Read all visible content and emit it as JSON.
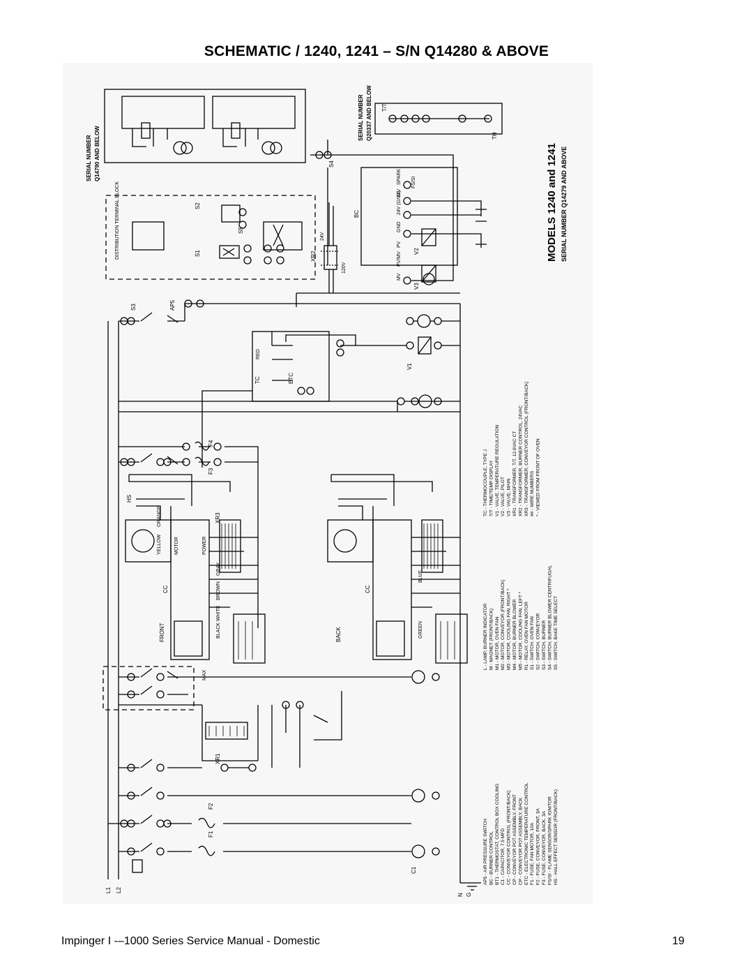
{
  "page": {
    "title": "SCHEMATIC / 1240, 1241 – S/N Q14280 & ABOVE",
    "footer_left": "Impinger I -–1000 Series Service Manual - Domestic",
    "page_number": "19"
  },
  "schematic": {
    "model_heading": "MODELS 1240 and 1241",
    "model_serial": "SERIAL NUMBER Q14279 AND ABOVE",
    "inset_left_caption_1": "SERIAL NUMBER",
    "inset_left_caption_2": "Q14790 AND BELOW",
    "inset_right_caption_1": "SERIAL NUMBER",
    "inset_right_caption_2": "Q20337 AND BELOW",
    "inset_right_tt": "T/T",
    "inset_right_th": "TH",
    "distribution_block": "DISTRIBUTION TERMINAL BLOCK",
    "bc_label": "BC",
    "bc_spark": "SPARK",
    "bc_fs": "FS/SI",
    "bc_24v": "24V",
    "bc_24vgnd": "24V (GND)",
    "bc_gnd": "GND",
    "bc_pv": "PV",
    "bc_pvmv": "PV/MV",
    "bc_mv": "MV",
    "xr2_label": "XR2",
    "xr2_120v": "120V",
    "xr2_24v": "24V",
    "s4_label": "S4",
    "s1_label": "S1",
    "s2_label": "S2",
    "s3_label": "S3",
    "s5_label": "S5",
    "ap5_label": "AP5",
    "etc_label": "ETC",
    "tc_label": "TC",
    "red_label": "RED",
    "v1_label": "V1",
    "v2_label": "V2",
    "v3_label": "V3",
    "front_label": "FRONT",
    "back_label": "BACK",
    "cc_label": "CC",
    "motor_label": "MOTOR",
    "power_label": "POWER",
    "yellow_label": "YELLOW",
    "orange_label": "ORANGE",
    "black_label": "BLACK",
    "brown_label": "BROWN",
    "gray_label": "GRAY",
    "blue_label": "BLUE",
    "white_label": "WHITE",
    "green_label": "GREEN",
    "max_label": "MAX",
    "xr1_label": "XR1",
    "xr3_label": "XR3",
    "f1_label": "F1",
    "f2_label": "F2",
    "f3_label": "F3",
    "f4_label": "F4",
    "l1_label": "L1",
    "l2_label": "L2",
    "n_label": "N",
    "g_label": "G",
    "c1_label": "C1",
    "hs_label": "HS",
    "legend_col1": [
      "AP5 - AIR PRESSURE SWITCH",
      "BC - BURNER CONTROL",
      "BT1 - THERMOSTAT, CONTROL BOX COOLING",
      "C1 - CAPACITOR, 7.5 MFD",
      "CC - CONVEYOR CONTROL (FRONT/BACK)",
      "CP - CONVEYOR POT ASSEMBLY, FRONT",
      "CP - CONVEYOR POT ASSEMBLY, BACK",
      "ETC - ELECTRONIC TEMPERATURE CONTROL",
      "F1 - FUSE, FAN MOTOR, 10A",
      "F2 - FUSE, CONVEYOR, FRONT, 3A",
      "F3 - FUSE, CONVEYOR, BACK, 3A",
      "FS/SI - FLAME SENSOR/SPARK IGNITOR",
      "HS - HALL EFFECT SENSOR (FRONT/BACK)"
    ],
    "legend_col2": [
      "L - LAMP, BURNER INDICATOR",
      "M - MAGNET (FRONT/BACK)",
      "M1 - MOTOR, OVEN FAN",
      "M2 - MOTOR, CONVEYOR (FRONT/BACK)",
      "M3 - MOTOR, COOLING FAN, RIGHT *",
      "M4 - MOTOR, BURNER BLOWER",
      "M5 - MOTOR, COOLING FAN, LEFT *",
      "R1 - RELAY, OVEN FAN MOTOR",
      "S1 - SWITCH, OVEN FAN",
      "S2 - SWITCH, CONVEYOR",
      "S3 - SWITCH, BURNER",
      "S4 - SWITCH, BURNER BLOWER CENTRIFUGAL",
      "S5 - SWITCH, BAKE TIME SELECT"
    ],
    "legend_col3": [
      "TC - THERMOCOUPLE, TYPE J",
      "T/T - TIME/TEMP DISPLAY",
      "V1 - VALVE, TEMPERATURE REGULATION",
      "V2 - VALVE, PILOT",
      "V3 - VALVE, MAIN",
      "XR1 - TRANSFORMER, T/T, 12.6VAC CT",
      "XR2 - TRANSFORMER, BURNER CONTROL, 24VAC",
      "XR3 - TRANSFORMER, CONVEYOR CONTROL (FRONT/BACK)",
      "## - WIRE NUMBERS",
      "* - VIEWED FROM FRONT OF OVEN"
    ]
  }
}
